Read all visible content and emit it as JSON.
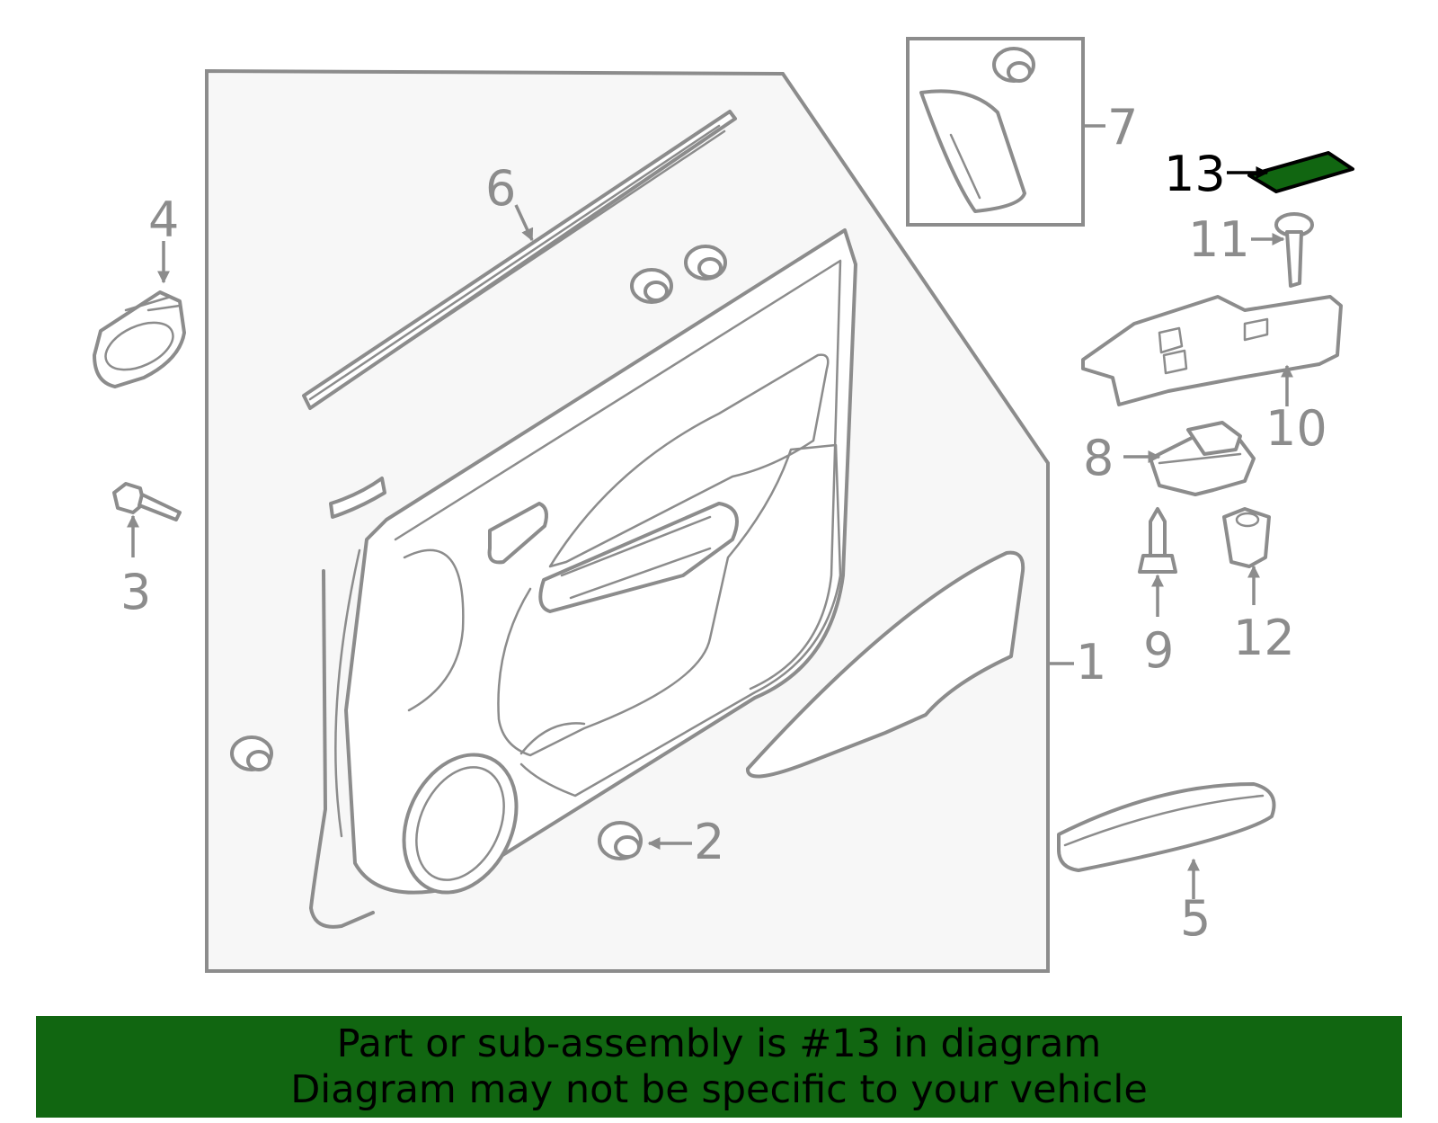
{
  "colors": {
    "highlight": "#116611",
    "outline": "#8c8c8c",
    "panel_bg": "#f7f7f7",
    "active_callout": "#000000"
  },
  "callouts": [
    {
      "id": "1",
      "label": "1"
    },
    {
      "id": "2",
      "label": "2"
    },
    {
      "id": "3",
      "label": "3"
    },
    {
      "id": "4",
      "label": "4"
    },
    {
      "id": "5",
      "label": "5"
    },
    {
      "id": "6",
      "label": "6"
    },
    {
      "id": "7",
      "label": "7"
    },
    {
      "id": "8",
      "label": "8"
    },
    {
      "id": "9",
      "label": "9"
    },
    {
      "id": "10",
      "label": "10"
    },
    {
      "id": "11",
      "label": "11"
    },
    {
      "id": "12",
      "label": "12"
    },
    {
      "id": "13",
      "label": "13",
      "highlighted": true
    }
  ],
  "banner": {
    "line1": "Part or sub-assembly is #13 in diagram",
    "line2": "Diagram may not be specific to your vehicle"
  }
}
